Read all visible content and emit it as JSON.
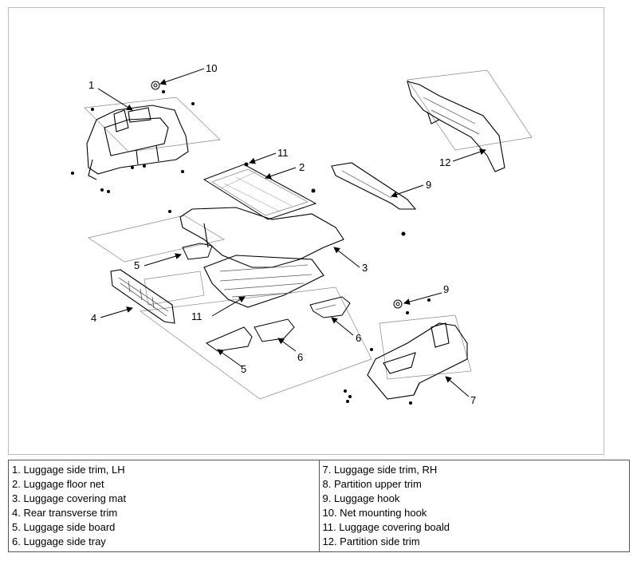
{
  "callouts": [
    "1",
    "2",
    "3",
    "4",
    "5",
    "5",
    "6",
    "6",
    "7",
    "9",
    "9",
    "10",
    "11",
    "11",
    "12"
  ],
  "legend": {
    "left": [
      "1. Luggage side trim, LH",
      "2. Luggage floor net",
      "3. Luggage covering mat",
      "4. Rear transverse trim",
      "5. Luggage side board",
      "6. Luggage side tray"
    ],
    "right": [
      "7. Luggage side trim, RH",
      "8. Partition upper trim",
      "9. Luggage hook",
      "10. Net mounting hook",
      "11. Luggage covering boald",
      "12. Partition side trim"
    ]
  }
}
